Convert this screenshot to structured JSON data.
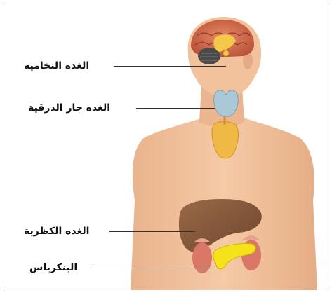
{
  "labels": {
    "pituitary": "الغده النخامية",
    "thyroid": "الغده جار الدرقية",
    "adrenal": "الغده الكظرية",
    "pancreas": "البنكرياس"
  },
  "colors": {
    "skin": "#f1c29b",
    "skin_shadow": "#d99d75",
    "brain": "#d36b4c",
    "gland_yellow": "#f3c94a",
    "thyroid": "#a9c8d8",
    "liver": "#8b5a3c",
    "kidney": "#d97867",
    "pancreas": "#f6e21a"
  }
}
